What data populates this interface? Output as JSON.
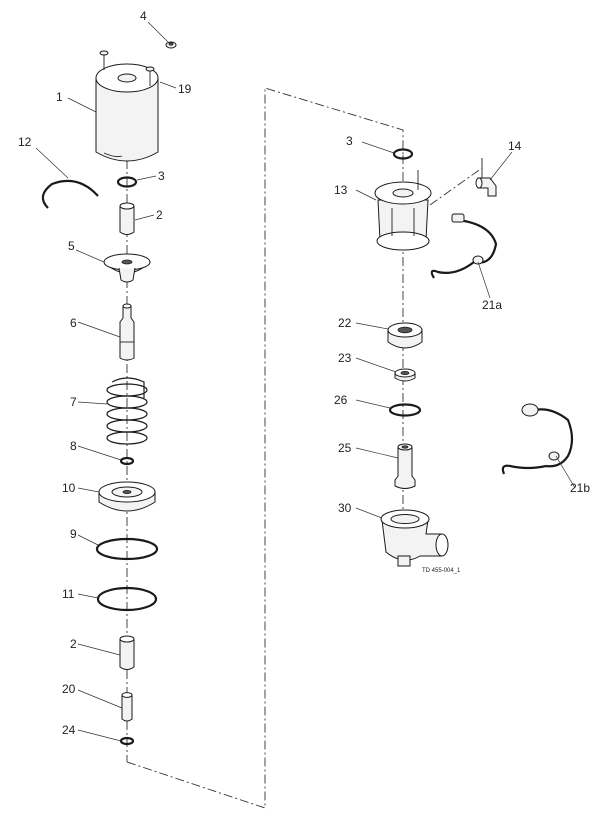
{
  "drawing_code": "TD 455-004_1",
  "labels": {
    "l4": "4",
    "l19": "19",
    "l1": "1",
    "l12": "12",
    "l3a": "3",
    "l2a": "2",
    "l5": "5",
    "l6": "6",
    "l7": "7",
    "l8": "8",
    "l10": "10",
    "l9": "9",
    "l11": "11",
    "l2b": "2",
    "l20": "20",
    "l24": "24",
    "l3b": "3",
    "l14": "14",
    "l13": "13",
    "l21a": "21a",
    "l22": "22",
    "l23": "23",
    "l26": "26",
    "l25": "25",
    "l30": "30",
    "l21b": "21b"
  }
}
